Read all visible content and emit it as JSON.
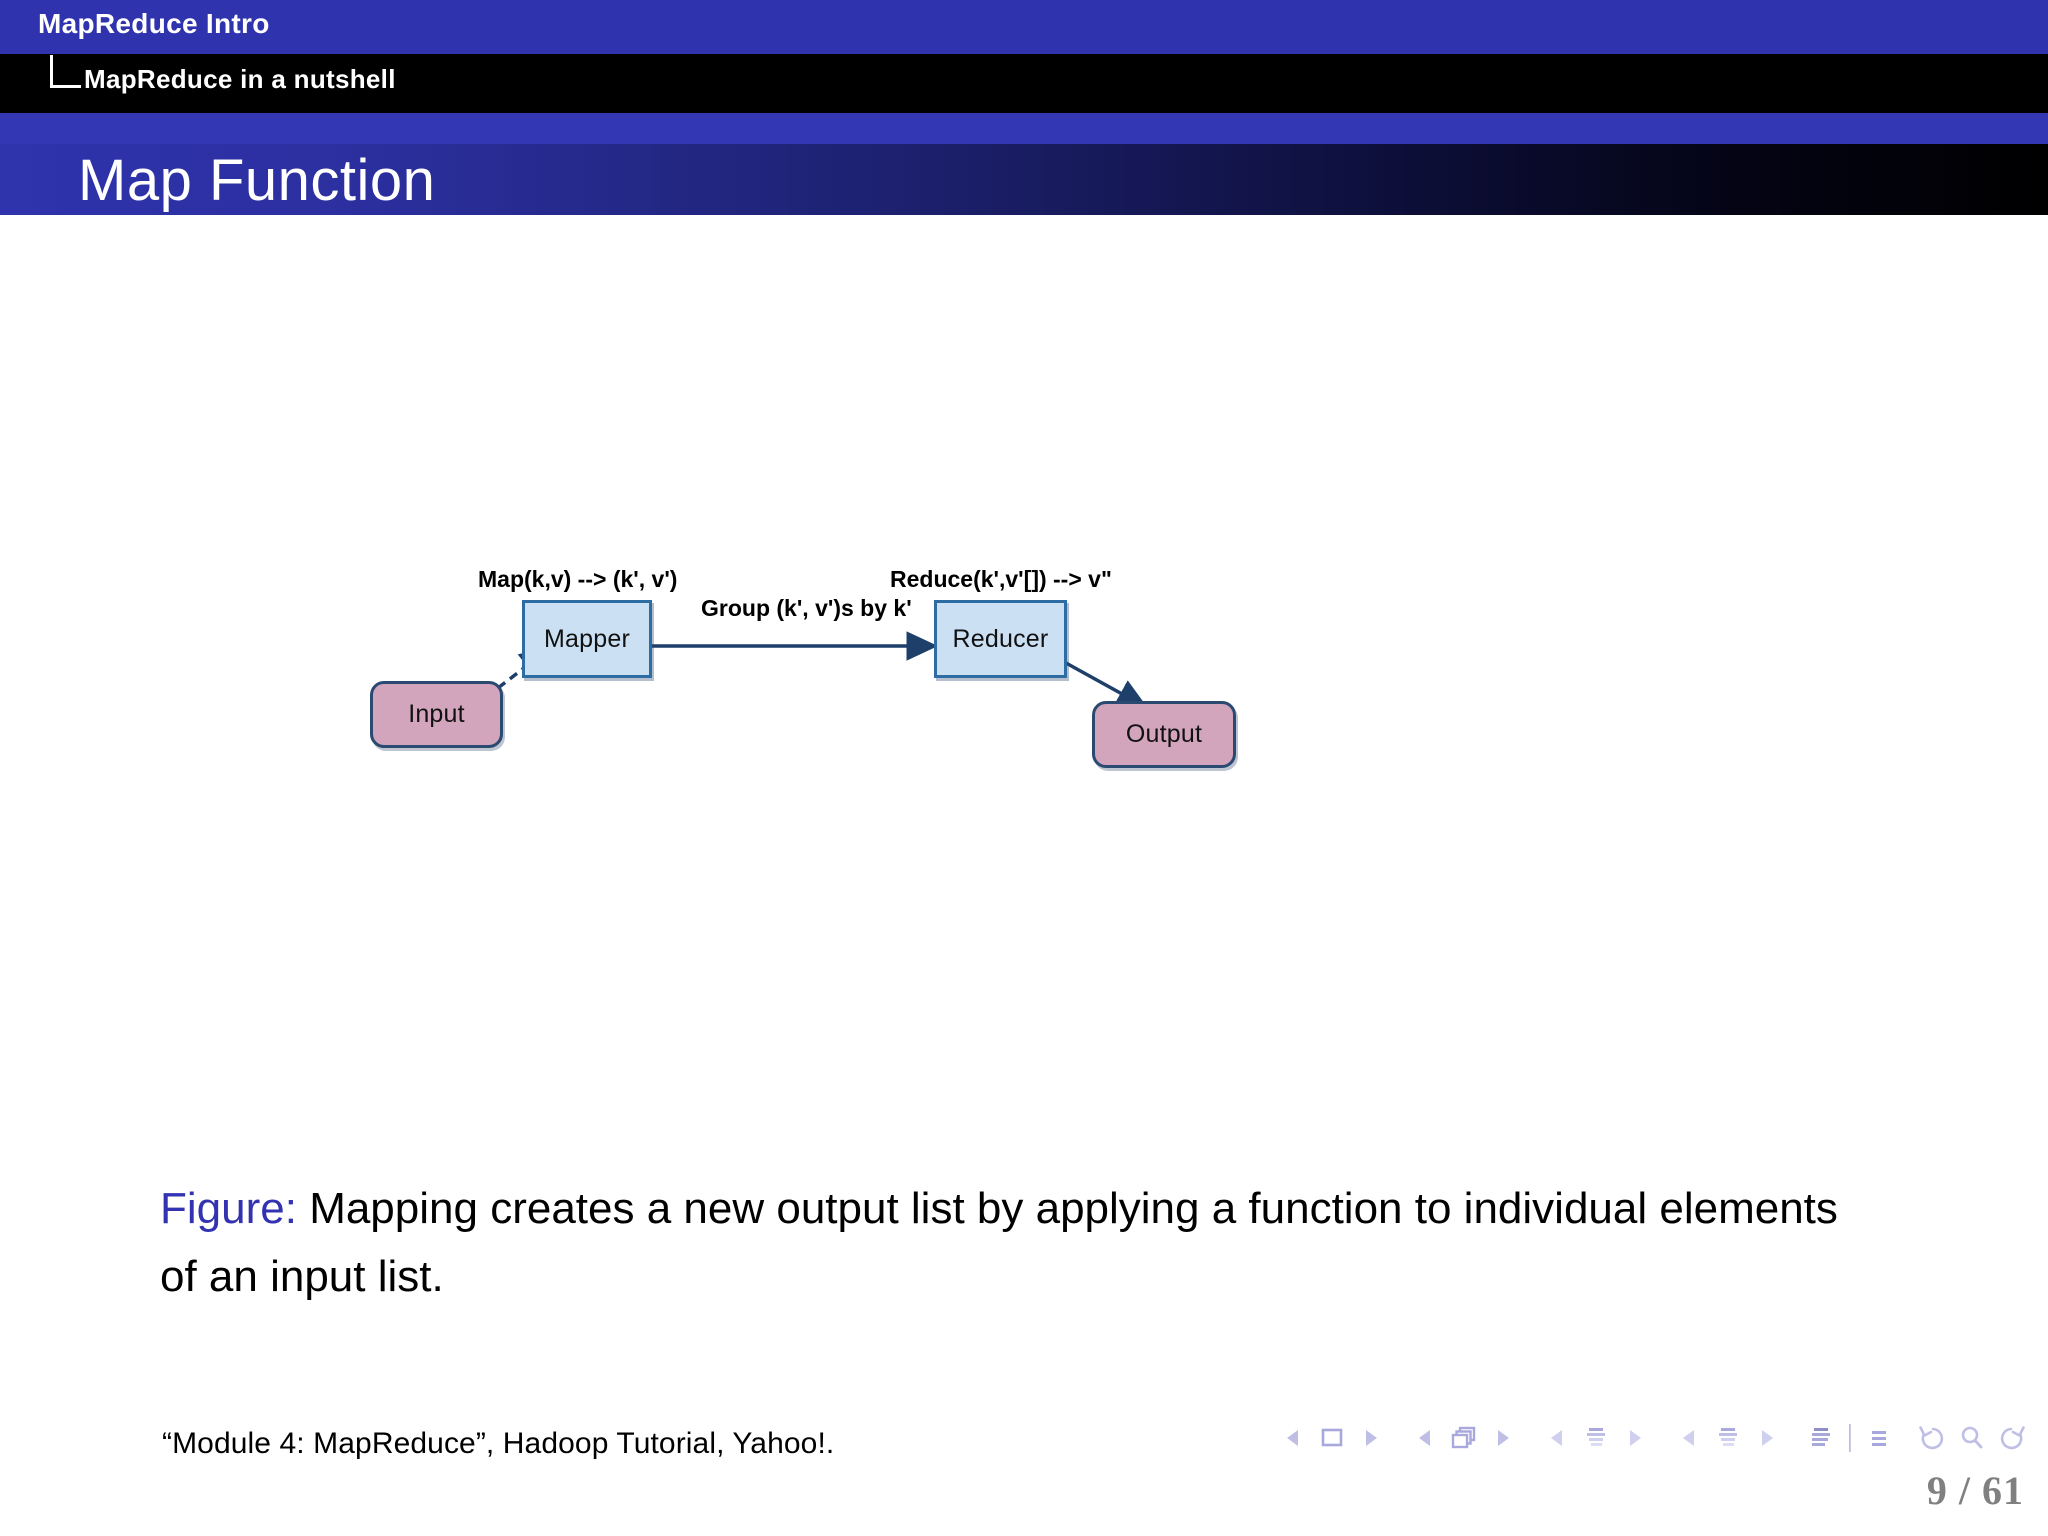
{
  "header": {
    "section": "MapReduce Intro",
    "subsection": "MapReduce in a nutshell",
    "bar_blue": "#2F33AD",
    "bar_black": "#000000"
  },
  "frame": {
    "title": "Map Function",
    "title_gradient_from": "#2F33AD",
    "title_gradient_to": "#000000"
  },
  "diagram": {
    "labels": {
      "map": "Map(k,v) --> (k', v')",
      "group": "Group (k', v')s by k'",
      "reduce": "Reduce(k',v'[]) --> v\""
    },
    "nodes": [
      {
        "id": "input",
        "label": "Input",
        "shape": "rounded-rect",
        "fill": "#D2A5BC",
        "stroke": "#2B4A72"
      },
      {
        "id": "mapper",
        "label": "Mapper",
        "shape": "rect",
        "fill": "#CBE0F2",
        "stroke": "#2E6CA4"
      },
      {
        "id": "reducer",
        "label": "Reducer",
        "shape": "rect",
        "fill": "#CBE0F2",
        "stroke": "#2E6CA4"
      },
      {
        "id": "output",
        "label": "Output",
        "shape": "rounded-rect",
        "fill": "#D2A5BC",
        "stroke": "#2B4A72"
      }
    ],
    "edges": [
      {
        "from": "input",
        "to": "mapper",
        "style": "dashed",
        "label": ""
      },
      {
        "from": "mapper",
        "to": "reducer",
        "style": "solid",
        "label": "Group (k', v')s by k'"
      },
      {
        "from": "reducer",
        "to": "output",
        "style": "solid",
        "label": ""
      }
    ]
  },
  "caption": {
    "keyword": "Figure:",
    "text": "Mapping creates a new output list by applying a function to individual elements of an input list.",
    "keyword_color": "#3333B2"
  },
  "citation": {
    "text": "“Module 4: MapReduce”, Hadoop Tutorial, Yahoo!."
  },
  "navigation": {
    "icon_color": "#B3B3E0",
    "groups": [
      {
        "name": "slide",
        "prev": "prev-slide",
        "mid": "slide-icon",
        "next": "next-slide"
      },
      {
        "name": "frame",
        "prev": "prev-frame",
        "mid": "frame-icon",
        "next": "next-frame"
      },
      {
        "name": "subsection",
        "prev": "prev-subsection",
        "mid": "subsection-icon",
        "next": "next-subsection"
      },
      {
        "name": "section",
        "prev": "prev-section",
        "mid": "section-icon",
        "next": "next-section"
      },
      {
        "name": "document",
        "prev": "doc-begin-icon",
        "mid": "doc-sep",
        "next": "doc-end-icon"
      },
      {
        "name": "history",
        "prev": "back-icon",
        "mid": "search-icon",
        "next": "forward-icon"
      }
    ],
    "page_current": "9",
    "page_total": "61",
    "page_label": "9 / 61",
    "page_color": "#808080"
  }
}
